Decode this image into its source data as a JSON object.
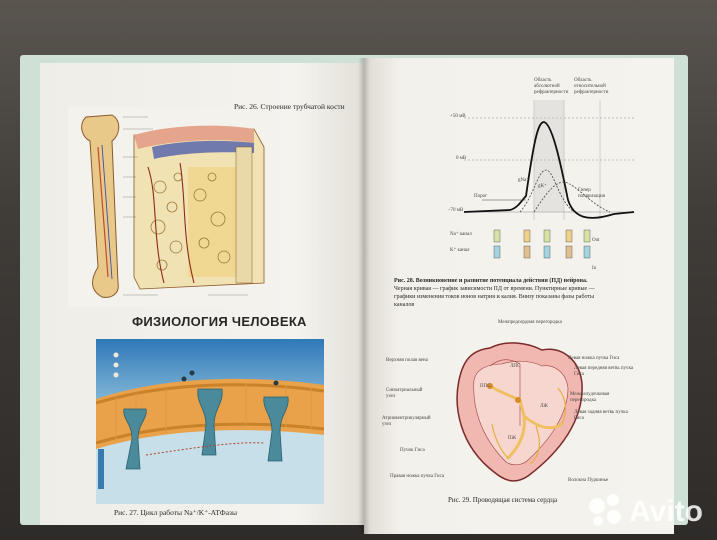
{
  "left_page": {
    "fig26_caption": "Рис. 26. Строение трубчатой кости",
    "section_title": "ФИЗИОЛОГИЯ ЧЕЛОВЕКА",
    "fig27_caption": "Рис. 27. Цикл работы Na⁺/K⁺-АТФазы"
  },
  "right_page": {
    "fig28": {
      "label_plus50": "+50 мВ",
      "label_zero": "0 мВ",
      "label_minus70": "–70 мВ",
      "label_threshold": "Порог",
      "label_abs_refractory": "Область абсолютной рефрактерности",
      "label_rel_refractory": "Область относительной рефрактерности",
      "label_gNa": "gNa⁺",
      "label_gK": "gK⁺",
      "label_hyperpolarization": "Гипер поляризация",
      "label_na_channel": "Na⁺ канал",
      "label_k_channel": "K⁺ канал",
      "label_out": "Out",
      "label_in": "In",
      "caption_bold": "Рис. 28. Возникновение и развитие потенциала действия (ПД) нейрона.",
      "caption_line2": "Черная кривая — график зависимости ПД от времени. Пунктирные кривые —",
      "caption_line3": "графики изменения токов ионов натрия и калия. Внизу показаны фазы работы",
      "caption_line4": "каналов"
    },
    "fig29": {
      "label_interatrial": "Межпредсердная перегородка",
      "label_svc": "Верхняя полая вена",
      "label_sa_node": "Синоатриальный узел",
      "label_av_node": "Атриовентрикулярный узел",
      "label_his": "Пучок Гиса",
      "label_right_leg": "Правая ножка пучка Гиса",
      "label_left_leg": "Левая ножка пучка Гиса",
      "label_left_front": "Левая передняя ветвь пучка Гиса",
      "label_interventricular": "Межжелудочковая перегородка",
      "label_left_back": "Левая задняя ветвь пучка Гиса",
      "label_purkinje": "Волокна Пуркинье",
      "label_lps": "ЛПС",
      "label_pps": "ППС",
      "label_lzh": "ЛЖ",
      "label_pzh": "ПЖ",
      "caption": "Рис. 29. Проводящая система сердца"
    }
  },
  "watermark": {
    "text": "Avito"
  }
}
